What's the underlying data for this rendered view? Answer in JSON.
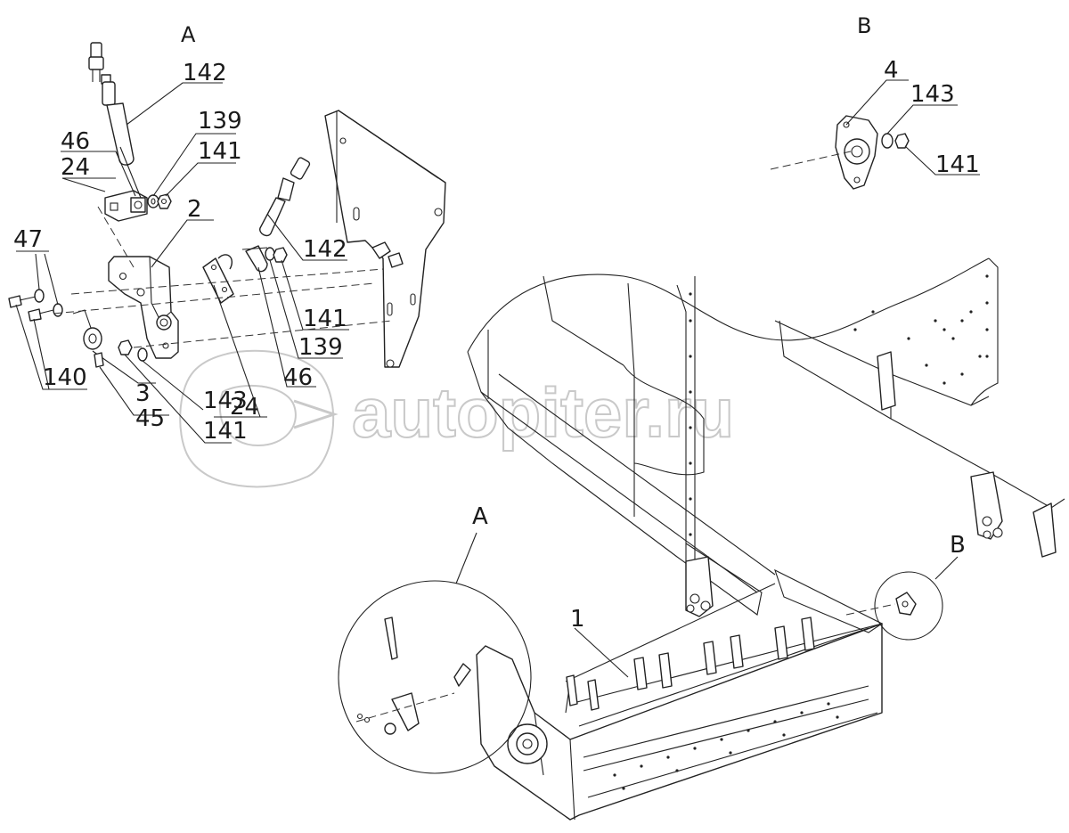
{
  "views": {
    "view_a_title": "A",
    "view_b_title": "B",
    "detail_a_label": "A",
    "detail_b_label": "B"
  },
  "callouts": {
    "c142_top": "142",
    "c139_top": "139",
    "c46_top": "46",
    "c141_top": "141",
    "c24_top": "24",
    "c2": "2",
    "c47": "47",
    "c142_mid": "142",
    "c141_mid": "141",
    "c139_mid": "139",
    "c46_mid": "46",
    "c24_mid": "24",
    "c143_low": "143",
    "c141_low": "141",
    "c140": "140",
    "c3": "3",
    "c45": "45",
    "c4": "4",
    "c143_b": "143",
    "c141_b": "141",
    "c1": "1"
  },
  "watermark": {
    "text": "autopiter.ru"
  }
}
